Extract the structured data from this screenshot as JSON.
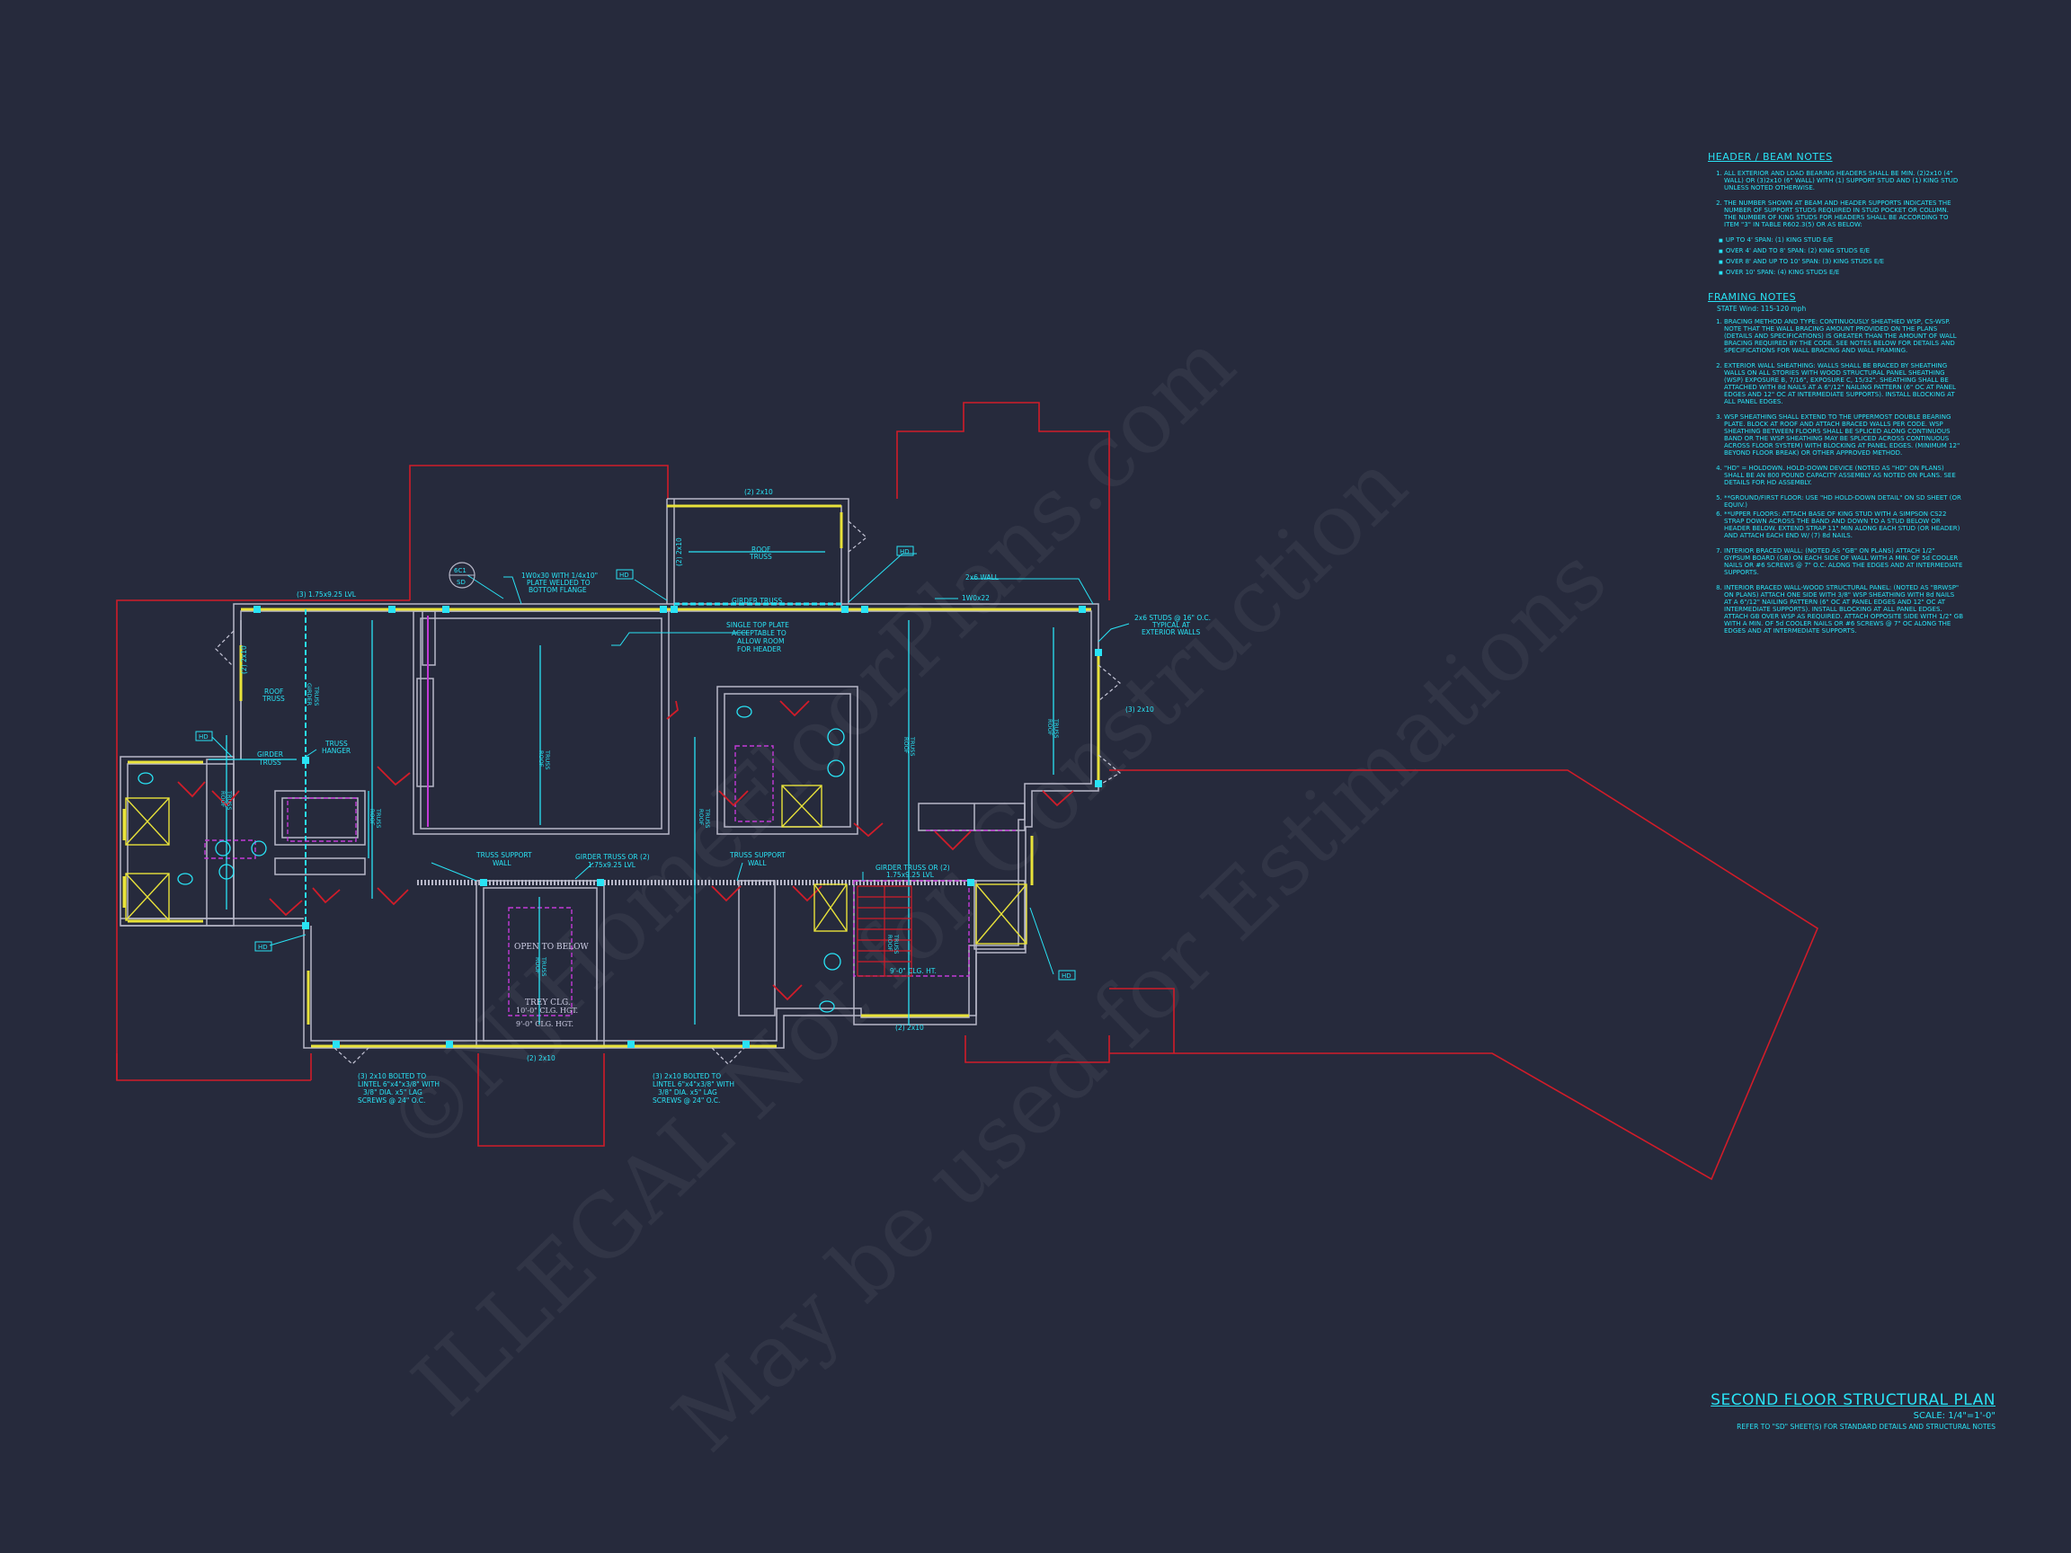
{
  "header_beam_notes": {
    "title": "HEADER / BEAM NOTES",
    "items": [
      "ALL EXTERIOR AND LOAD BEARING HEADERS SHALL BE MIN. (2)2x10 (4\" WALL) OR (3)2x10 (6\" WALL) WITH (1) SUPPORT STUD AND (1) KING STUD UNLESS NOTED OTHERWISE.",
      "THE NUMBER SHOWN AT BEAM AND HEADER SUPPORTS INDICATES THE NUMBER OF SUPPORT STUDS REQUIRED IN STUD POCKET OR COLUMN. THE NUMBER OF KING STUDS FOR HEADERS SHALL BE ACCORDING TO ITEM \"3\" IN TABLE R602.3(5) OR AS BELOW:"
    ],
    "stud_rules": [
      "UP TO 4' SPAN: (1) KING STUD E/E",
      "OVER 4' AND TO 8' SPAN: (2) KING STUDS E/E",
      "OVER 8' AND UP TO 10' SPAN: (3) KING STUDS E/E",
      "OVER 10' SPAN: (4) KING STUDS E/E"
    ]
  },
  "framing_notes": {
    "title": "FRAMING NOTES",
    "subtitle": "STATE Wind: 115-120 mph",
    "items": [
      "BRACING METHOD AND TYPE: CONTINUOUSLY SHEATHED WSP, CS-WSP. NOTE THAT THE WALL BRACING AMOUNT PROVIDED ON THE PLANS (DETAILS AND SPECIFICATIONS) IS GREATER THAN THE AMOUNT OF WALL BRACING REQUIRED BY THE CODE. SEE NOTES BELOW FOR DETAILS AND SPECIFICATIONS FOR WALL BRACING AND WALL FRAMING.",
      "EXTERIOR WALL SHEATHING: WALLS SHALL BE BRACED BY SHEATHING WALLS ON ALL STORIES WITH WOOD STRUCTURAL PANEL SHEATHING (WSP) EXPOSURE B, 7/16\", EXPOSURE C, 15/32\". SHEATHING SHALL BE ATTACHED WITH 8d NAILS AT A 6\"/12\" NAILING PATTERN (6\" OC AT PANEL EDGES AND 12\" OC AT INTERMEDIATE SUPPORTS). INSTALL BLOCKING AT ALL PANEL EDGES.",
      "WSP SHEATHING SHALL EXTEND TO THE UPPERMOST DOUBLE BEARING PLATE. BLOCK AT ROOF AND ATTACH BRACED WALLS PER CODE. WSP SHEATHING BETWEEN FLOORS SHALL BE SPLICED ALONG CONTINUOUS BAND OR THE WSP SHEATHING MAY BE SPLICED ACROSS CONTINUOUS ACROSS FLOOR SYSTEM) WITH BLOCKING AT PANEL EDGES. (MINIMUM 12\" BEYOND FLOOR BREAK) OR OTHER APPROVED METHOD.",
      "\"HD\" = HOLDOWN. HOLD-DOWN DEVICE (NOTED AS \"HD\" ON PLANS) SHALL BE AN 800 POUND CAPACITY ASSEMBLY AS NOTED ON PLANS. SEE DETAILS FOR HD ASSEMBLY.",
      "**GROUND/FIRST FLOOR: USE \"HD HOLD-DOWN DETAIL\" ON SD SHEET (OR EQUIV.)",
      "**UPPER FLOORS: ATTACH BASE OF KING STUD WITH A SIMPSON CS22 STRAP DOWN ACROSS THE BAND AND DOWN TO A STUD BELOW OR HEADER BELOW. EXTEND STRAP 11\" MIN ALONG EACH STUD (OR HEADER) AND ATTACH EACH END W/ (7) 8d NAILS.",
      "INTERIOR BRACED WALL: (NOTED AS \"GB\" ON PLANS) ATTACH 1/2\" GYPSUM BOARD (GB) ON EACH SIDE OF WALL WITH A MIN. OF 5d COOLER NAILS OR #6 SCREWS @ 7\" O.C. ALONG THE EDGES AND AT INTERMEDIATE SUPPORTS.",
      "INTERIOR BRACED WALL-WOOD STRUCTURAL PANEL: (NOTED AS \"BRWSP\" ON PLANS) ATTACH ONE SIDE WITH 3/8\" WSP SHEATHING WITH 8d NAILS AT A 6\"/12\" NAILING PATTERN (6\" OC AT PANEL EDGES AND 12\" OC AT INTERMEDIATE SUPPORTS). INSTALL BLOCKING AT ALL PANEL EDGES. ATTACH GB OVER WSP AS REQUIRED. ATTACH OPPOSITE SIDE WITH 1/2\" GB WITH A MIN. OF 5d COOLER NAILS OR #6 SCREWS @ 7\" OC ALONG THE EDGES AND AT INTERMEDIATE SUPPORTS."
    ]
  },
  "title_block": {
    "title": "SECOND FLOOR STRUCTURAL PLAN",
    "scale": "SCALE: 1/4\"=1'-0\"",
    "reference": "REFER TO \"SD\" SHEET(S) FOR STANDARD DETAILS AND STRUCTURAL NOTES"
  },
  "watermark": {
    "line1": "©NJHomeFloorPlans.com",
    "line2": "ILLEGAL Not for Construction",
    "line3": "May be used for Estimations"
  },
  "plan_labels": {
    "hdr_2x10_top": "(2) 2x10",
    "lvl_left": "(3) 1.75x9.25 LVL",
    "plate": "1W0x30 WITH 1/4x10\"",
    "plate2": "PLATE WELDED TO",
    "plate3": "BOTTOM FLANGE",
    "girder_truss_top": "GIRDER TRUSS",
    "roof_truss_a": "ROOF",
    "roof_truss_b": "TRUSS",
    "wall_2x6": "2x6 WALL",
    "hdr_1w0x22": "1W0x22",
    "single_plate1": "SINGLE TOP PLATE",
    "single_plate2": "ACCEPTABLE TO",
    "single_plate3": "ALLOW ROOM",
    "single_plate4": "FOR HEADER",
    "studs1": "2x6 STUDS @ 16\" O.C.",
    "studs2": "TYPICAL AT",
    "studs3": "EXTERIOR WALLS",
    "hdr_3_2x10": "(3) 2x10",
    "hdr_2x10_v": "(2) 2x10",
    "girder": "GIRDER",
    "truss": "TRUSS",
    "truss_hanger1": "TRUSS",
    "truss_hanger2": "HANGER",
    "truss_support": "TRUSS SUPPORT",
    "wall": "WALL",
    "girder_truss_or": "GIRDER TRUSS OR (2)",
    "lvl_mid": "1.75x9.25 LVL",
    "open_below": "OPEN TO BELOW",
    "trey1": "TREY CLG.",
    "trey2": "10'-0\" CLG. HGT.",
    "clg9": "9'-0\" CLG. HGT.",
    "clg_ht": "9'-0\" CLG. HT.",
    "hdr_bottom": "(2) 2x10",
    "hdr_bottom_r": "(2) 2x10",
    "bolt1": "(3) 2x10 BOLTED TO",
    "bolt2": "LINTEL 6\"x4\"x3/8\" WITH",
    "bolt3": "3/8\" DIA. x5\" LAG",
    "bolt4": "SCREWS @ 24\" O.C.",
    "hd": "HD",
    "bubble_top": "6C1",
    "bubble_bot": "SD"
  },
  "colors": {
    "background": "#262a3c",
    "cyan": "#29e3f5",
    "red": "#d11c29",
    "yellow": "#e8e23a",
    "magenta": "#c23ad6",
    "wall": "#b7b7c8"
  }
}
